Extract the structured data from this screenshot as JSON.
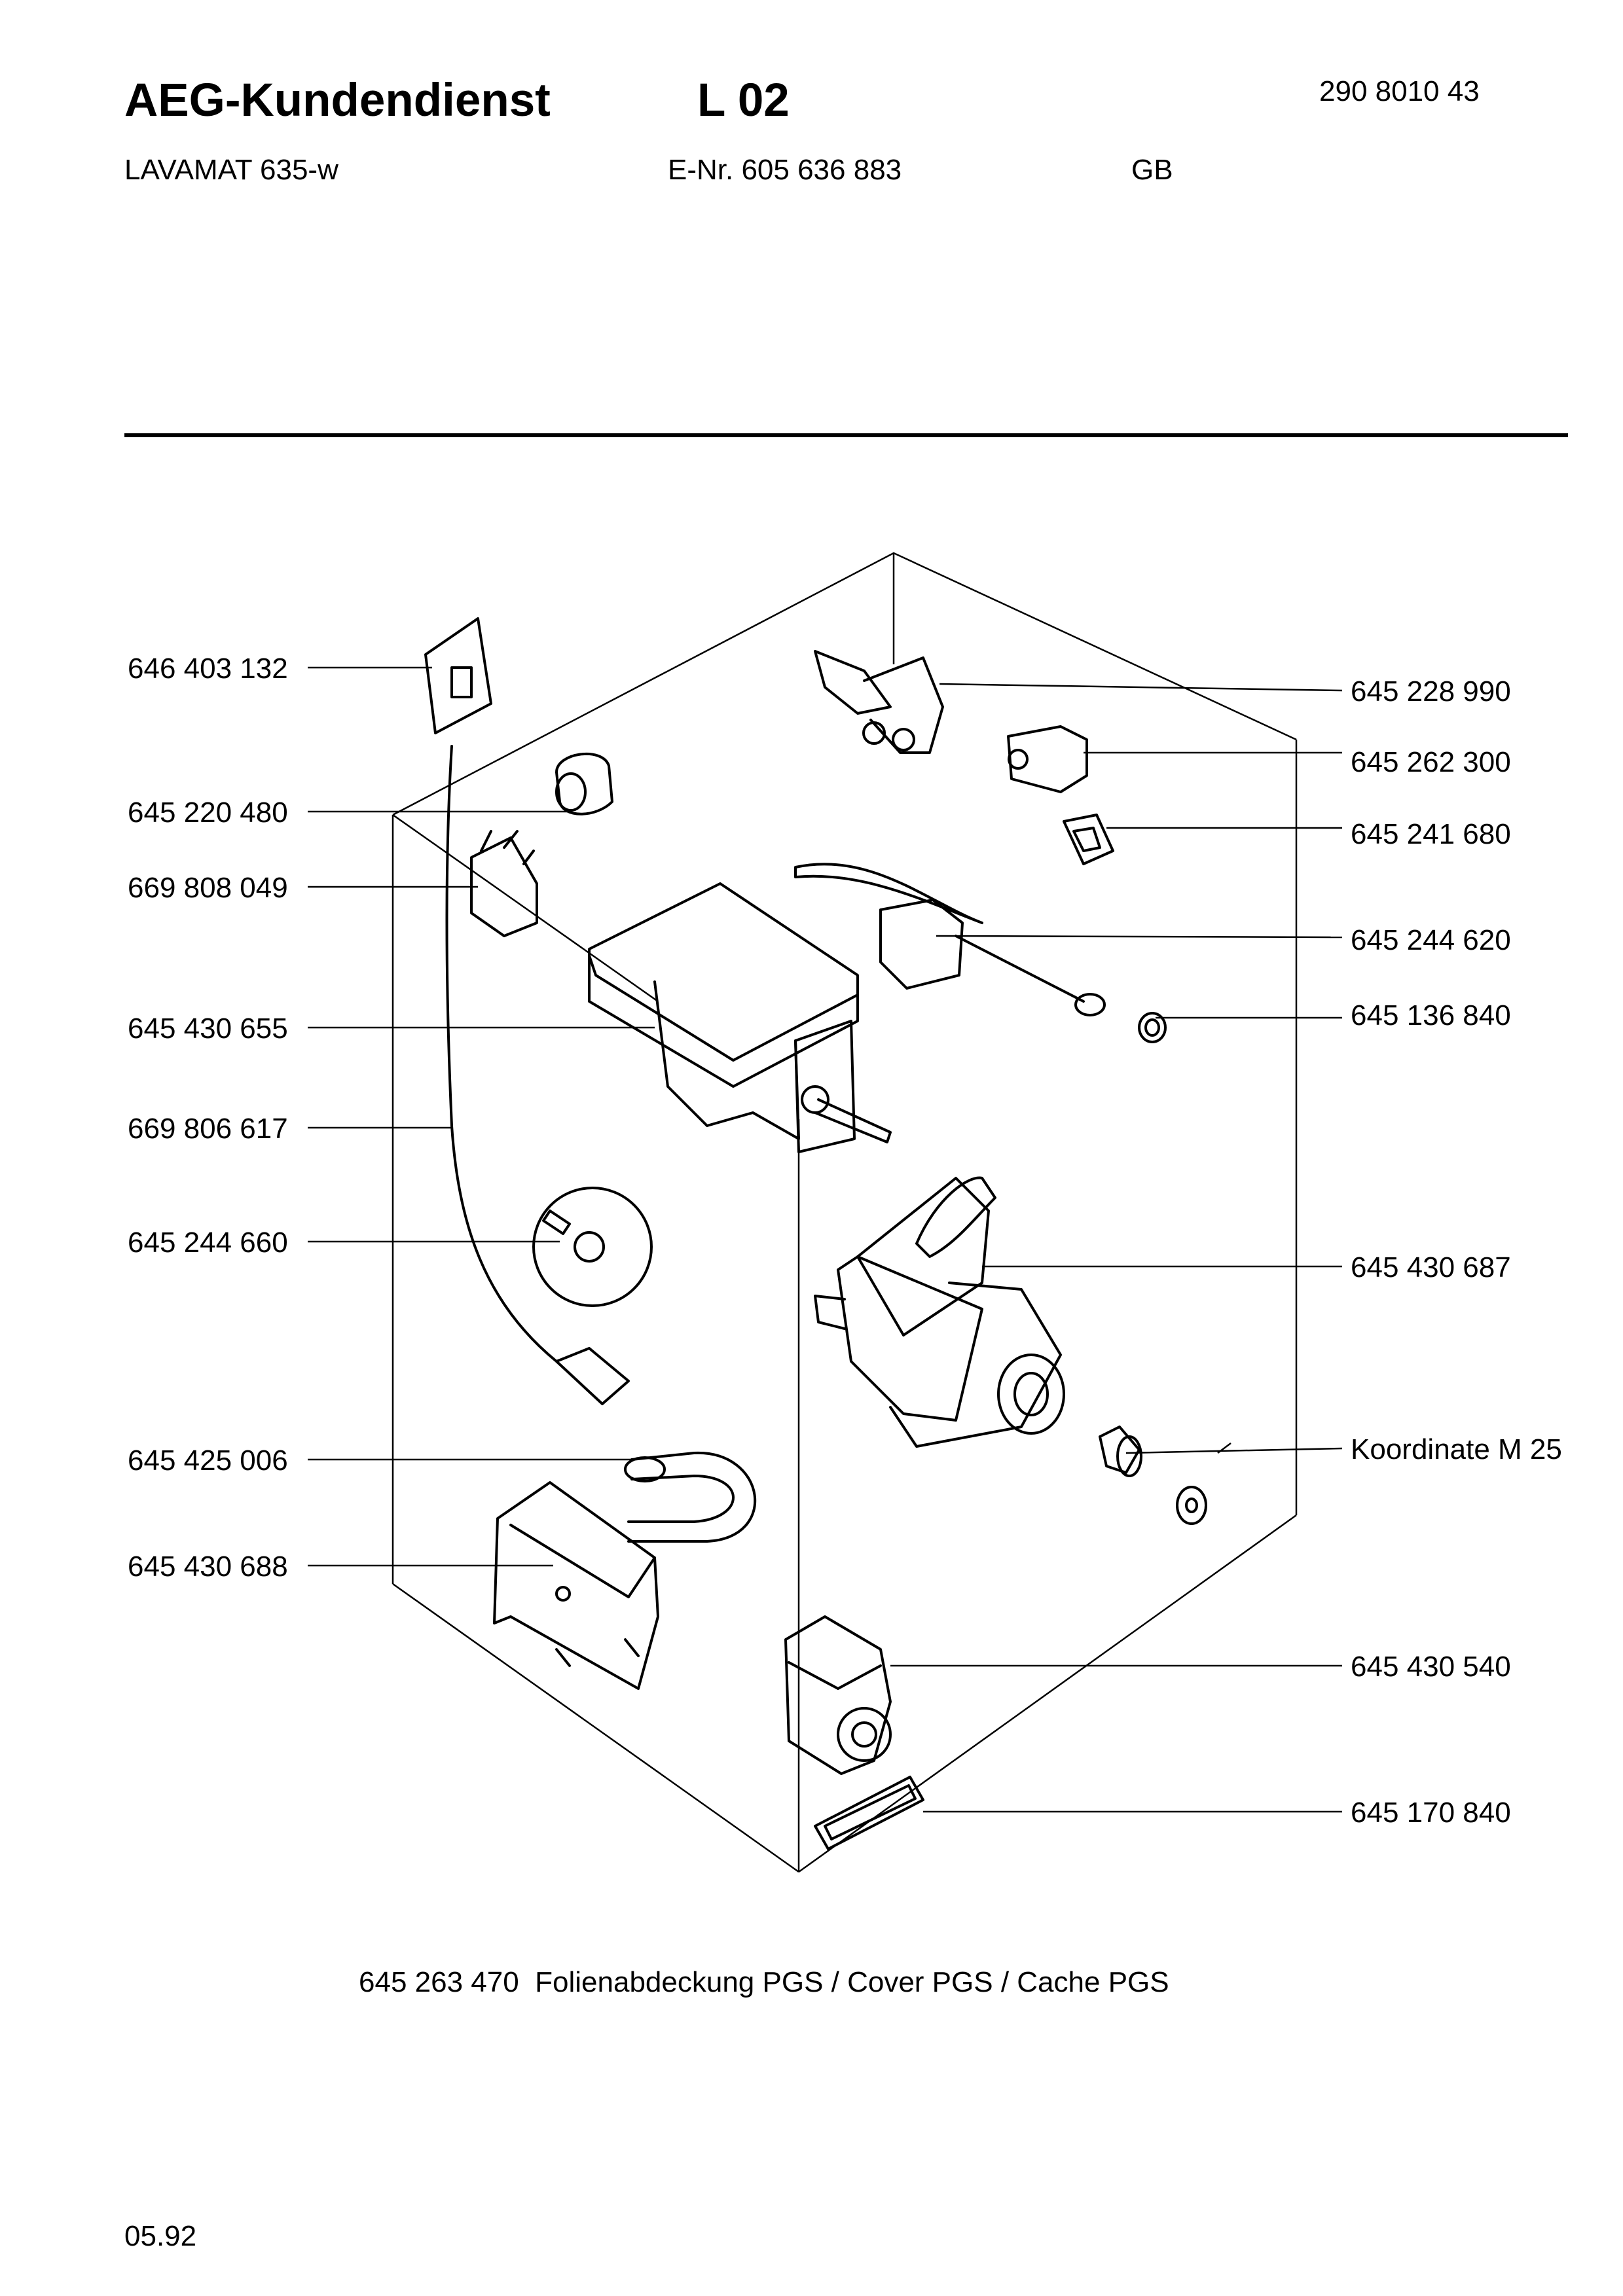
{
  "header": {
    "brand": "AEG-Kundendienst",
    "sheet": "L 02",
    "doc_number": "290 8010 43",
    "model": "LAVAMAT 635-w",
    "e_nr": "E-Nr. 605 636 883",
    "region": "GB"
  },
  "labels_left": [
    "646 403 132",
    "645 220 480",
    "669 808 049",
    "645 430 655",
    "669 806 617",
    "645 244 660",
    "645 425 006",
    "645 430 688"
  ],
  "labels_right": [
    "645 228 990",
    "645 262 300",
    "645 241 680",
    "645 244 620",
    "645 136 840",
    "645 430 687",
    "Koordinate M 25",
    "645 430 540",
    "645 170 840"
  ],
  "footer": {
    "note": "645 263 470  Folienabdeckung PGS / Cover PGS / Cache PGS",
    "date": "05.92"
  }
}
